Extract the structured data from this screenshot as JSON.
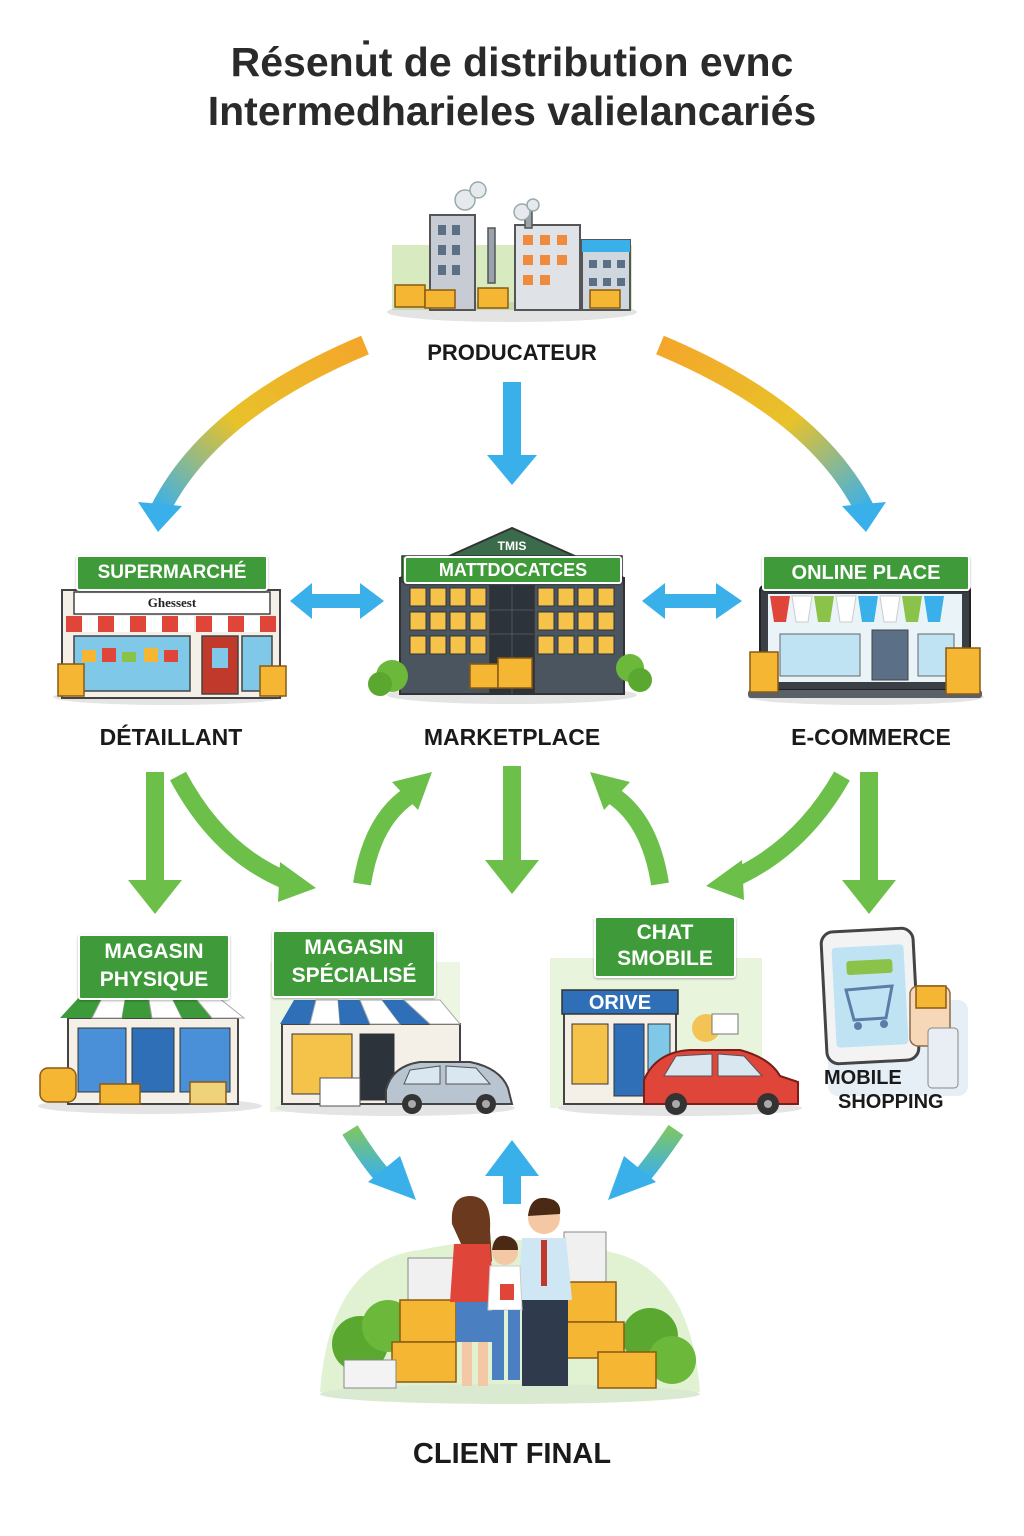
{
  "title": {
    "line1": "Résenu̇t de distribution evnc",
    "line2": "Intermedharieles valielancariés"
  },
  "nodes": {
    "producer": {
      "label": "PRODUCATEUR"
    },
    "retailer": {
      "label": "DÉTAILLANT",
      "sign": "SUPERMARCHÉ",
      "store_name": "Ghessest"
    },
    "marketplace": {
      "label": "MARKETPLACE",
      "sign": "MATTDOCATCES",
      "roof_text": "TMIS"
    },
    "ecommerce": {
      "label": "E-COMMERCE",
      "sign": "ONLINE PLACE"
    },
    "physical_store": {
      "sign_line1": "MAGASIN",
      "sign_line2": "PHYSIQUE"
    },
    "specialty_store": {
      "sign_line1": "MAGASIN",
      "sign_line2": "SPÉCIALISÉ"
    },
    "drive": {
      "sign_line1": "CHAT",
      "sign_line2": "SMOBILE",
      "store_sign": "ORIVE"
    },
    "mobile_shopping": {
      "label_line1": "MOBILE",
      "label_line2": "SHOPPING"
    },
    "client": {
      "label": "CLIENT FINAL"
    }
  },
  "colors": {
    "orange_arrow": "#f4a62a",
    "blue_arrow": "#3ab0ea",
    "green_arrow": "#6cc04a",
    "badge_green": "#3f9b3a",
    "awning_red": "#e0453a",
    "awning_green": "#3d9a3a",
    "store_blue": "#2f6fb8"
  }
}
